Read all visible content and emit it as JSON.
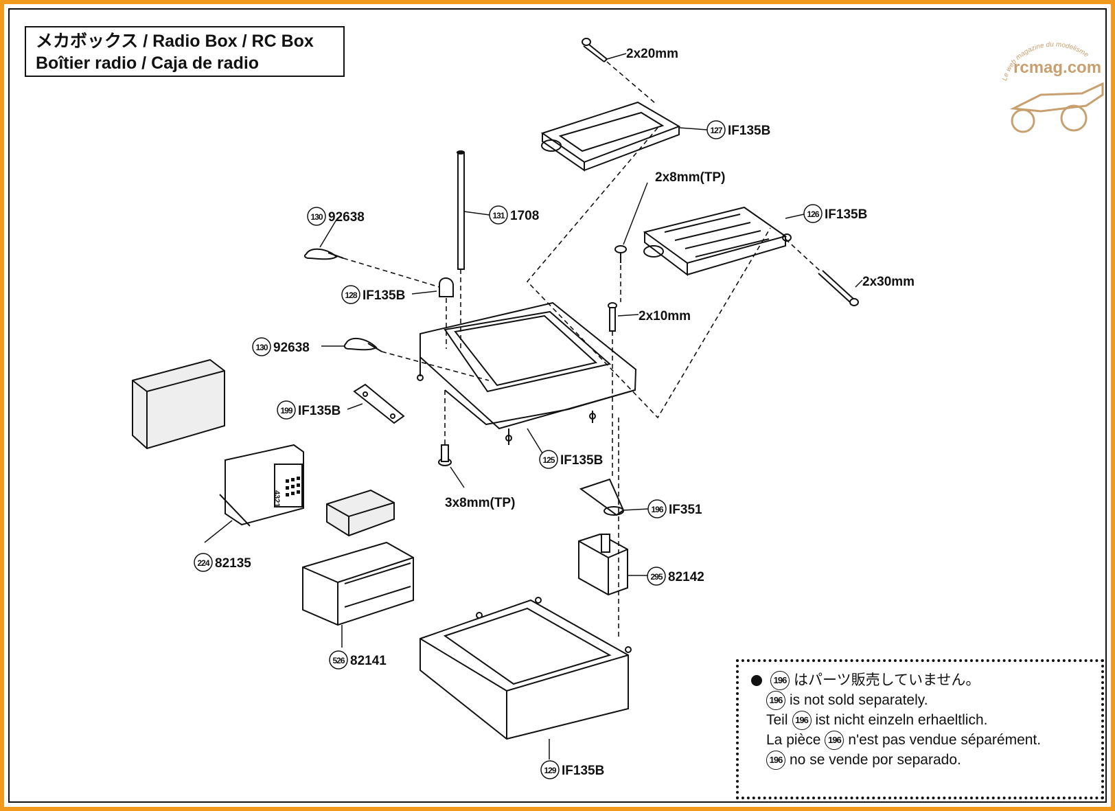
{
  "title": {
    "line1": "メカボックス / Radio Box / RC Box",
    "line2": "Boîtier radio / Caja de radio"
  },
  "watermark": {
    "brand": "rcmag.com",
    "tagline": "Le web magazine du modelisme"
  },
  "callouts": [
    {
      "id": "screw-2x20",
      "num": "",
      "code": "2x20mm"
    },
    {
      "id": "part-127",
      "num": "127",
      "code": "IF135B"
    },
    {
      "id": "screw-2x8tp",
      "num": "",
      "code": "2x8mm(TP)"
    },
    {
      "id": "part-126",
      "num": "126",
      "code": "IF135B"
    },
    {
      "id": "screw-2x30",
      "num": "",
      "code": "2x30mm"
    },
    {
      "id": "part-131",
      "num": "131",
      "code": "1708"
    },
    {
      "id": "part-130a",
      "num": "130",
      "code": "92638"
    },
    {
      "id": "part-128",
      "num": "128",
      "code": "IF135B"
    },
    {
      "id": "screw-2x10",
      "num": "",
      "code": "2x10mm"
    },
    {
      "id": "part-130b",
      "num": "130",
      "code": "92638"
    },
    {
      "id": "part-199",
      "num": "199",
      "code": "IF135B"
    },
    {
      "id": "part-125",
      "num": "125",
      "code": "IF135B"
    },
    {
      "id": "screw-3x8tp",
      "num": "",
      "code": "3x8mm(TP)"
    },
    {
      "id": "part-196",
      "num": "196",
      "code": "IF351"
    },
    {
      "id": "part-224",
      "num": "224",
      "code": "82135"
    },
    {
      "id": "part-295",
      "num": "295",
      "code": "82142"
    },
    {
      "id": "part-526",
      "num": "526",
      "code": "82141"
    },
    {
      "id": "part-129",
      "num": "129",
      "code": "IF135B"
    }
  ],
  "receiver_label": "4321",
  "note": {
    "part_num": "196",
    "jp": "はパーツ販売していません。",
    "en": "is not sold separately.",
    "de_prefix": "Teil",
    "de": "ist nicht einzeln erhaeltlich.",
    "fr_prefix": "La pièce",
    "fr": "n'est pas vendue séparément.",
    "es": "no se vende por separado."
  },
  "colors": {
    "frame": "#f29a1d",
    "ink": "#111111",
    "watermark": "#c8a070"
  }
}
